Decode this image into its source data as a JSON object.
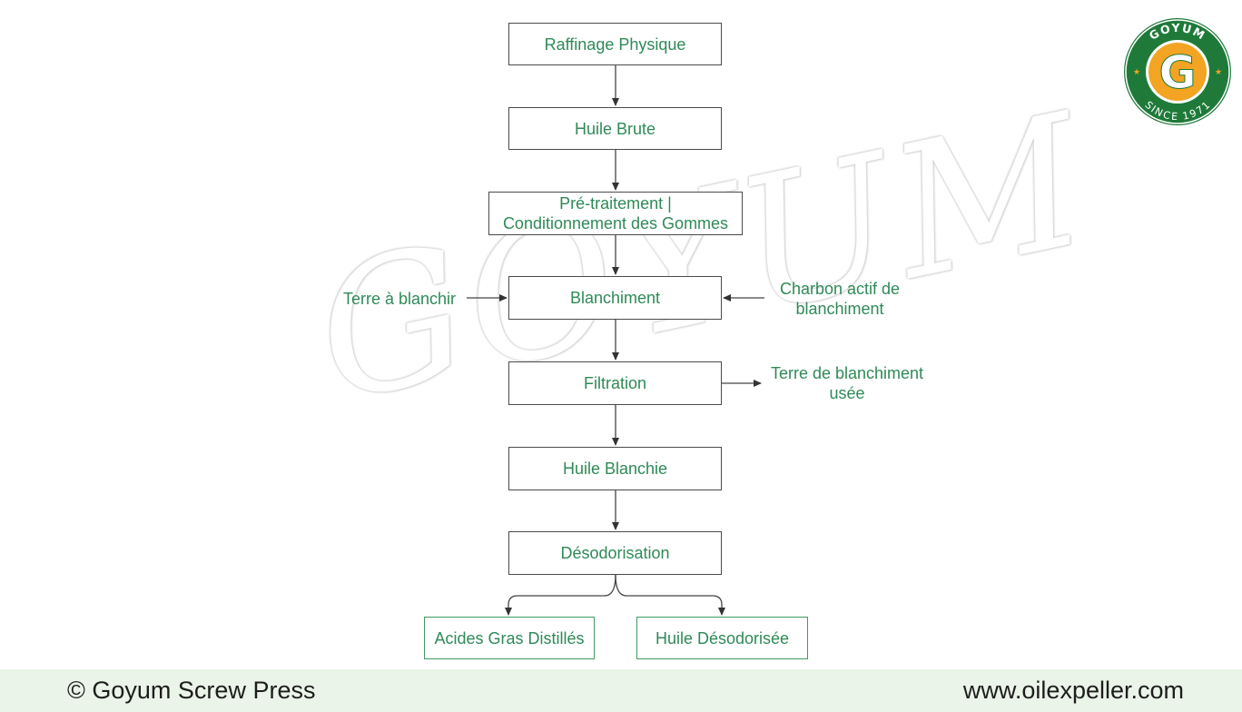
{
  "watermark": "GOYUM",
  "logo": {
    "top_text": "GOYUM",
    "letter": "G",
    "bottom_text": "SINCE 1971",
    "colors": {
      "ring": "#1f7a3a",
      "inner": "#f2a422",
      "star": "#f2a422"
    }
  },
  "flow": {
    "physical_refining": "Raffinage Physique",
    "crude_oil": "Huile Brute",
    "pretreatment_line1": "Pré-traitement |",
    "pretreatment_line2": "Conditionnement des Gommes",
    "bleaching": "Blanchiment",
    "bleaching_earth": "Terre à blanchir",
    "activated_carbon_line1": "Charbon actif de",
    "activated_carbon_line2": "blanchiment",
    "filtration": "Filtration",
    "spent_earth_line1": "Terre de blanchiment",
    "spent_earth_line2": "usée",
    "bleached_oil": "Huile Blanchie",
    "deodorization": "Désodorisation",
    "distilled_fatty_acids": "Acides Gras Distillés",
    "deodorized_oil": "Huile Désodorisée"
  },
  "footer": {
    "copyright": "© Goyum Screw Press",
    "website": "www.oilexpeller.com"
  },
  "colors": {
    "text_green": "#2f8a57",
    "border": "#4a4a4a",
    "footer_bg": "#eaf4e8"
  }
}
